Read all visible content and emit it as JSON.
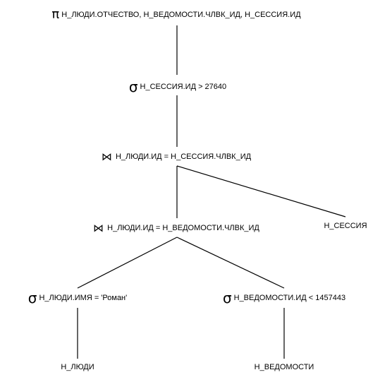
{
  "colors": {
    "edge": "#000000",
    "text": "#000000",
    "background": "#ffffff"
  },
  "nodes": {
    "projection": {
      "symbol": "π",
      "label": "Н_ЛЮДИ.ОТЧЕСТВО, Н_ВЕДОМОСТИ.ЧЛВК_ИД, Н_СЕССИЯ.ИД"
    },
    "select_session": {
      "symbol": "σ",
      "label": "Н_СЕССИЯ.ИД > 27640"
    },
    "join_session": {
      "symbol": "⋈",
      "label": "Н_ЛЮДИ.ИД = Н_СЕССИЯ.ЧЛВК_ИД"
    },
    "join_vedomosti": {
      "symbol": "⋈",
      "label": "Н_ЛЮДИ.ИД = Н_ВЕДОМОСТИ.ЧЛВК_ИД"
    },
    "table_session": {
      "label": "Н_СЕССИЯ"
    },
    "select_name": {
      "symbol": "σ",
      "label": "Н_ЛЮДИ.ИМЯ = 'Роман'"
    },
    "select_vedomosti": {
      "symbol": "σ",
      "label": "Н_ВЕДОМОСТИ.ИД < 1457443"
    },
    "table_people": {
      "label": "Н_ЛЮДИ"
    },
    "table_vedomosti": {
      "label": "Н_ВЕДОМОСТИ"
    }
  }
}
